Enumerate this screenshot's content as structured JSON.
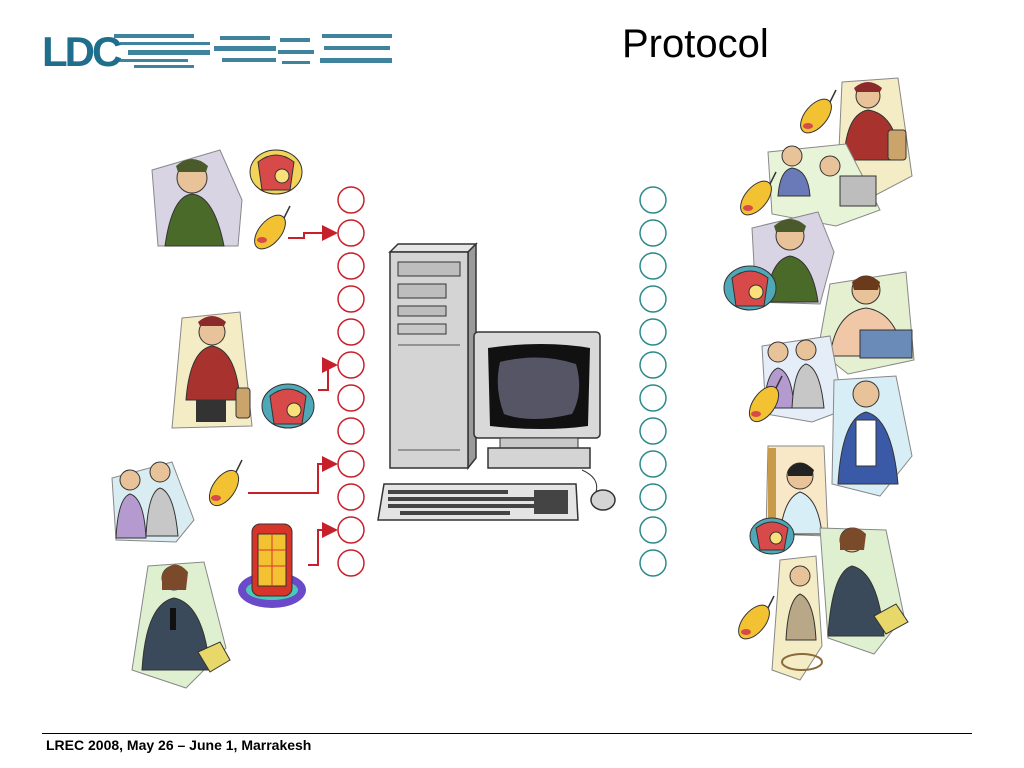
{
  "title": "Protocol",
  "footer": "LREC 2008, May 26 – June 1, Marrakesh",
  "logo": {
    "text": "LDC",
    "color": "#1f6e8c"
  },
  "colors": {
    "left_port_stroke": "#c8202a",
    "right_port_stroke": "#2d8a8a",
    "arrow": "#c8202a"
  },
  "icons": {
    "person": "person-illustration",
    "phone": "mobile-phone-icon",
    "desk_phone": "desk-phone-icon",
    "phone_booth": "phone-booth-icon",
    "server": "server-computer-icon"
  }
}
